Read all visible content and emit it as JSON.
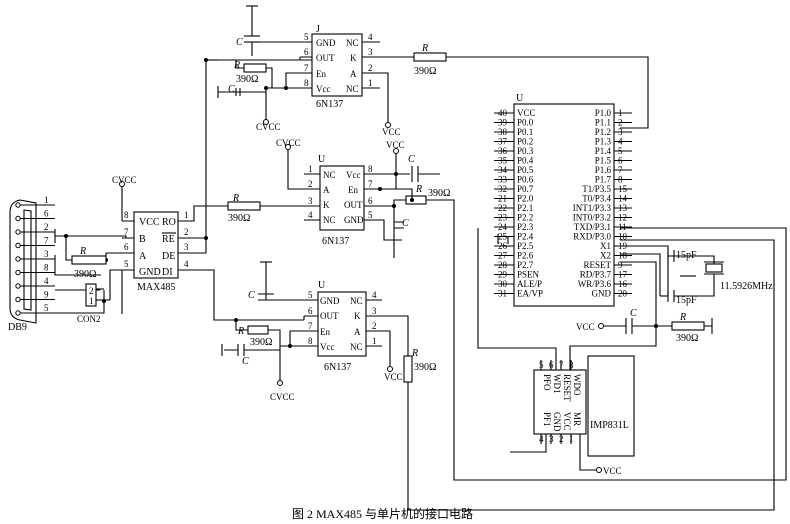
{
  "caption": "图 2   MAX485 与单片机的接口电路",
  "labels": {
    "db9": "DB9",
    "con2": "CON2",
    "max485": "MAX485",
    "optocoupler": "6N137",
    "mcu_u": "U",
    "imp831": "IMP831L",
    "opto_j": "J",
    "vcc": "VCC",
    "cvcc": "CVCC",
    "r": "R",
    "c": "C",
    "r390": "390Ω",
    "pf15": "15pF",
    "crystal": "11.5926MHz"
  },
  "max485_pins": {
    "vcc": "VCC",
    "b": "B",
    "a": "A",
    "gnd": "GND",
    "ro": "RO",
    "re": "RE",
    "de": "DE",
    "di": "DI"
  },
  "opto_pins": {
    "gnd": "GND",
    "out": "OUT",
    "en": "En",
    "vcc": "Vcc",
    "nc": "NC",
    "k": "K",
    "a": "A"
  },
  "opto_pins_mid": {
    "nc1": "NC",
    "a": "A",
    "k": "K",
    "nc2": "NC",
    "vcc": "Vcc",
    "en": "En",
    "out": "OUT",
    "gnd": "GND"
  },
  "mcu_left": [
    "VCC",
    "P0.0",
    "P0.1",
    "P0.2",
    "P0.3",
    "P0.4",
    "P0.5",
    "P0.6",
    "P0.7",
    "P2.0",
    "P2.1",
    "P2.2",
    "P2.3",
    "P2.4",
    "P2.5",
    "P2.6",
    "P2.7",
    "PSEN",
    "ALE/P",
    "EA/VP"
  ],
  "mcu_left_nums": [
    "40",
    "39",
    "38",
    "37",
    "36",
    "35",
    "34",
    "33",
    "32",
    "21",
    "22",
    "23",
    "24",
    "25",
    "26",
    "27",
    "28",
    "29",
    "30",
    "31"
  ],
  "mcu_right": [
    "P1.0",
    "P1.1",
    "P1.2",
    "P1.3",
    "P1.4",
    "P1.5",
    "P1.6",
    "P1.7",
    "T1/P3.5",
    "T0/P3.4",
    "INT1/P3.3",
    "INT0/P3.2",
    "TXD/P3.1",
    "RXD/P3.0",
    "X1",
    "X2",
    "RESET",
    "RD/P3.7",
    "WR/P3.6",
    "GND"
  ],
  "mcu_right_nums": [
    "1",
    "2",
    "3",
    "4",
    "5",
    "6",
    "7",
    "8",
    "15",
    "14",
    "13",
    "12",
    "11",
    "10",
    "19",
    "18",
    "9",
    "17",
    "16",
    "20"
  ],
  "imp_top": [
    "PFO",
    "WD1",
    "RESET",
    "WDO"
  ],
  "imp_top_nums": [
    "5",
    "6",
    "7",
    "8"
  ],
  "imp_bottom": [
    "PF1",
    "GND",
    "VCC",
    "MR"
  ],
  "imp_bottom_nums": [
    "4",
    "3",
    "2",
    "1"
  ],
  "pin_nums": {
    "max_l": [
      "8",
      "7",
      "6",
      "5"
    ],
    "max_r": [
      "1",
      "2",
      "3",
      "4"
    ],
    "opto_l": [
      "5",
      "6",
      "7",
      "8"
    ],
    "opto_r": [
      "4",
      "3",
      "2",
      "1"
    ],
    "opto_mid_l": [
      "1",
      "2",
      "3",
      "4"
    ],
    "opto_mid_r": [
      "8",
      "7",
      "6",
      "5"
    ],
    "db9": [
      "1",
      "6",
      "2",
      "7",
      "3",
      "8",
      "4",
      "9",
      "5"
    ],
    "con2": [
      "2",
      "1"
    ]
  }
}
